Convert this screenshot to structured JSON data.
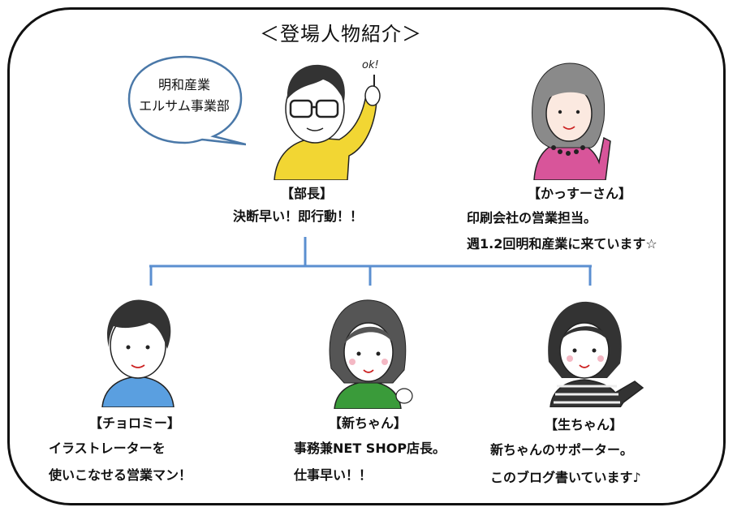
{
  "title": "＜登場人物紹介＞",
  "bubble": {
    "line1": "明和産業",
    "line2": "エルサム事業部"
  },
  "ok_mark": "ok!",
  "characters": [
    {
      "name": "【部長】",
      "desc1": "決断早い！即行動！！",
      "desc2": "",
      "shirt": "#f2d633"
    },
    {
      "name": "【かっすーさん】",
      "desc1": "印刷会社の営業担当。",
      "desc2": "週1.2回明和産業に来ています☆",
      "shirt": "#d8559a"
    },
    {
      "name": "【チョロミー】",
      "desc1": "イラストレーターを",
      "desc2": "使いこなせる営業マン！",
      "shirt": "#5a9fe0"
    },
    {
      "name": "【新ちゃん】",
      "desc1": "事務兼NET SHOP店長。",
      "desc2": "仕事早い！！",
      "shirt": "#3a9b3a"
    },
    {
      "name": "【生ちゃん】",
      "desc1": "新ちゃんのサポーター。",
      "desc2": "このブログ書いています♪",
      "shirt": "#333333"
    }
  ],
  "colors": {
    "connector": "#5b8fd0",
    "bubble_stroke": "#4a78a8",
    "frame": "#111111"
  }
}
